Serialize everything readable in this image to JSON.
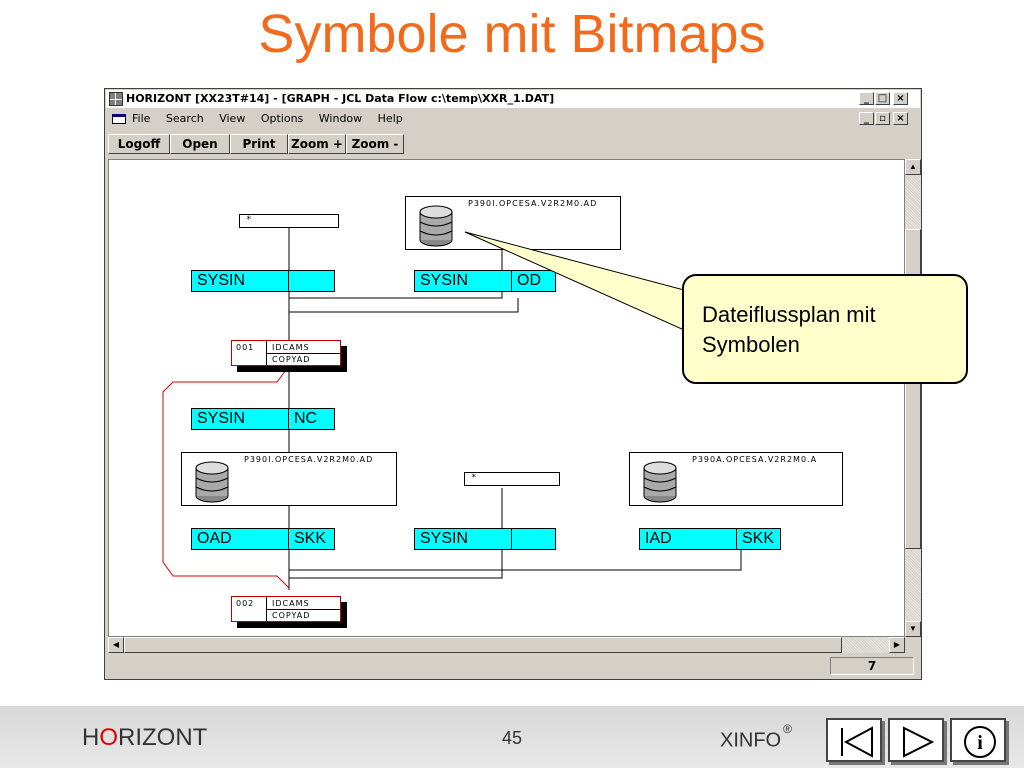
{
  "slide": {
    "title": "Symbole mit Bitmaps",
    "page_number": "45"
  },
  "window": {
    "title": "HORIZONT [XX23T#14] - [GRAPH - JCL Data Flow c:\\temp\\XXR_1.DAT]",
    "controls": {
      "minimize": "_",
      "maximize": "□",
      "close": "×",
      "restore": "¸"
    },
    "menu": [
      "File",
      "Search",
      "View",
      "Options",
      "Window",
      "Help"
    ],
    "toolbar": [
      "Logoff",
      "Open",
      "Print",
      "Zoom +",
      "Zoom -"
    ],
    "status_value": "7"
  },
  "diagram": {
    "star_boxes": [
      "*",
      "*"
    ],
    "datasets": [
      "P390I.OPCESA.V2R2M0.AD",
      "P390I.OPCESA.V2R2M0.AD",
      "P390A.OPCESA.V2R2M0.A"
    ],
    "bars": [
      [
        "SYSIN",
        ""
      ],
      [
        "SYSIN",
        "OD"
      ],
      [
        "SYSIN",
        "NC"
      ],
      [
        "OAD",
        "SKK"
      ],
      [
        "SYSIN",
        ""
      ],
      [
        "IAD",
        "SKK"
      ]
    ],
    "steps": [
      {
        "num": "001",
        "program": "IDCAMS",
        "name": "COPYAD"
      },
      {
        "num": "002",
        "program": "IDCAMS",
        "name": "COPYAD"
      }
    ]
  },
  "callout": {
    "line1": "Dateiflussplan mit",
    "line2": "Symbolen"
  },
  "footer": {
    "brand_h": "H",
    "brand_o": "O",
    "brand_rest": "RIZONT",
    "product": "XINFO",
    "registered": "®"
  },
  "nav": [
    "first-icon",
    "next-icon",
    "info-icon"
  ],
  "colors": {
    "title": "#f26b1d",
    "cyan": "#00ffff",
    "step_border": "#c00000",
    "callout_fill": "#ffffcc"
  }
}
